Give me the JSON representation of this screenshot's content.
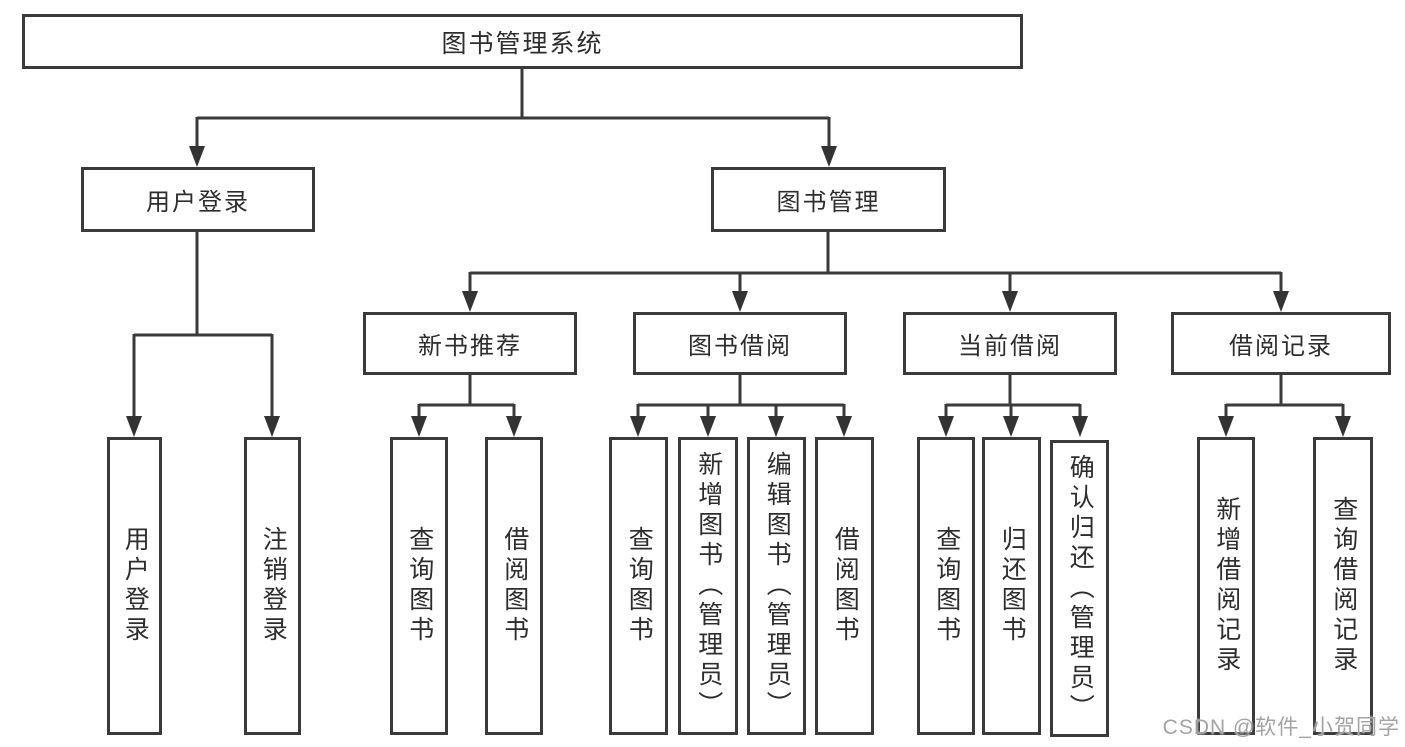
{
  "diagram_type": "hierarchy-tree",
  "line_color": "#3a3a3a",
  "box_background": "#ffffff",
  "text_color": "#2d2d2d",
  "tree": {
    "label": "图书管理系统",
    "children": [
      {
        "label": "用户登录",
        "children": [
          {
            "label": "用户登录"
          },
          {
            "label": "注销登录"
          }
        ]
      },
      {
        "label": "图书管理",
        "children": [
          {
            "label": "新书推荐",
            "children": [
              {
                "label": "查询图书"
              },
              {
                "label": "借阅图书"
              }
            ]
          },
          {
            "label": "图书借阅",
            "children": [
              {
                "label": "查询图书"
              },
              {
                "label": "新增图书（管理员）"
              },
              {
                "label": "编辑图书（管理员）"
              },
              {
                "label": "借阅图书"
              }
            ]
          },
          {
            "label": "当前借阅",
            "children": [
              {
                "label": "查询图书"
              },
              {
                "label": "归还图书"
              },
              {
                "label": "确认归还（管理员）"
              }
            ]
          },
          {
            "label": "借阅记录",
            "children": [
              {
                "label": "新增借阅记录"
              },
              {
                "label": "查询借阅记录"
              }
            ]
          }
        ]
      }
    ]
  },
  "watermark": "CSDN @软件_小贺同学"
}
